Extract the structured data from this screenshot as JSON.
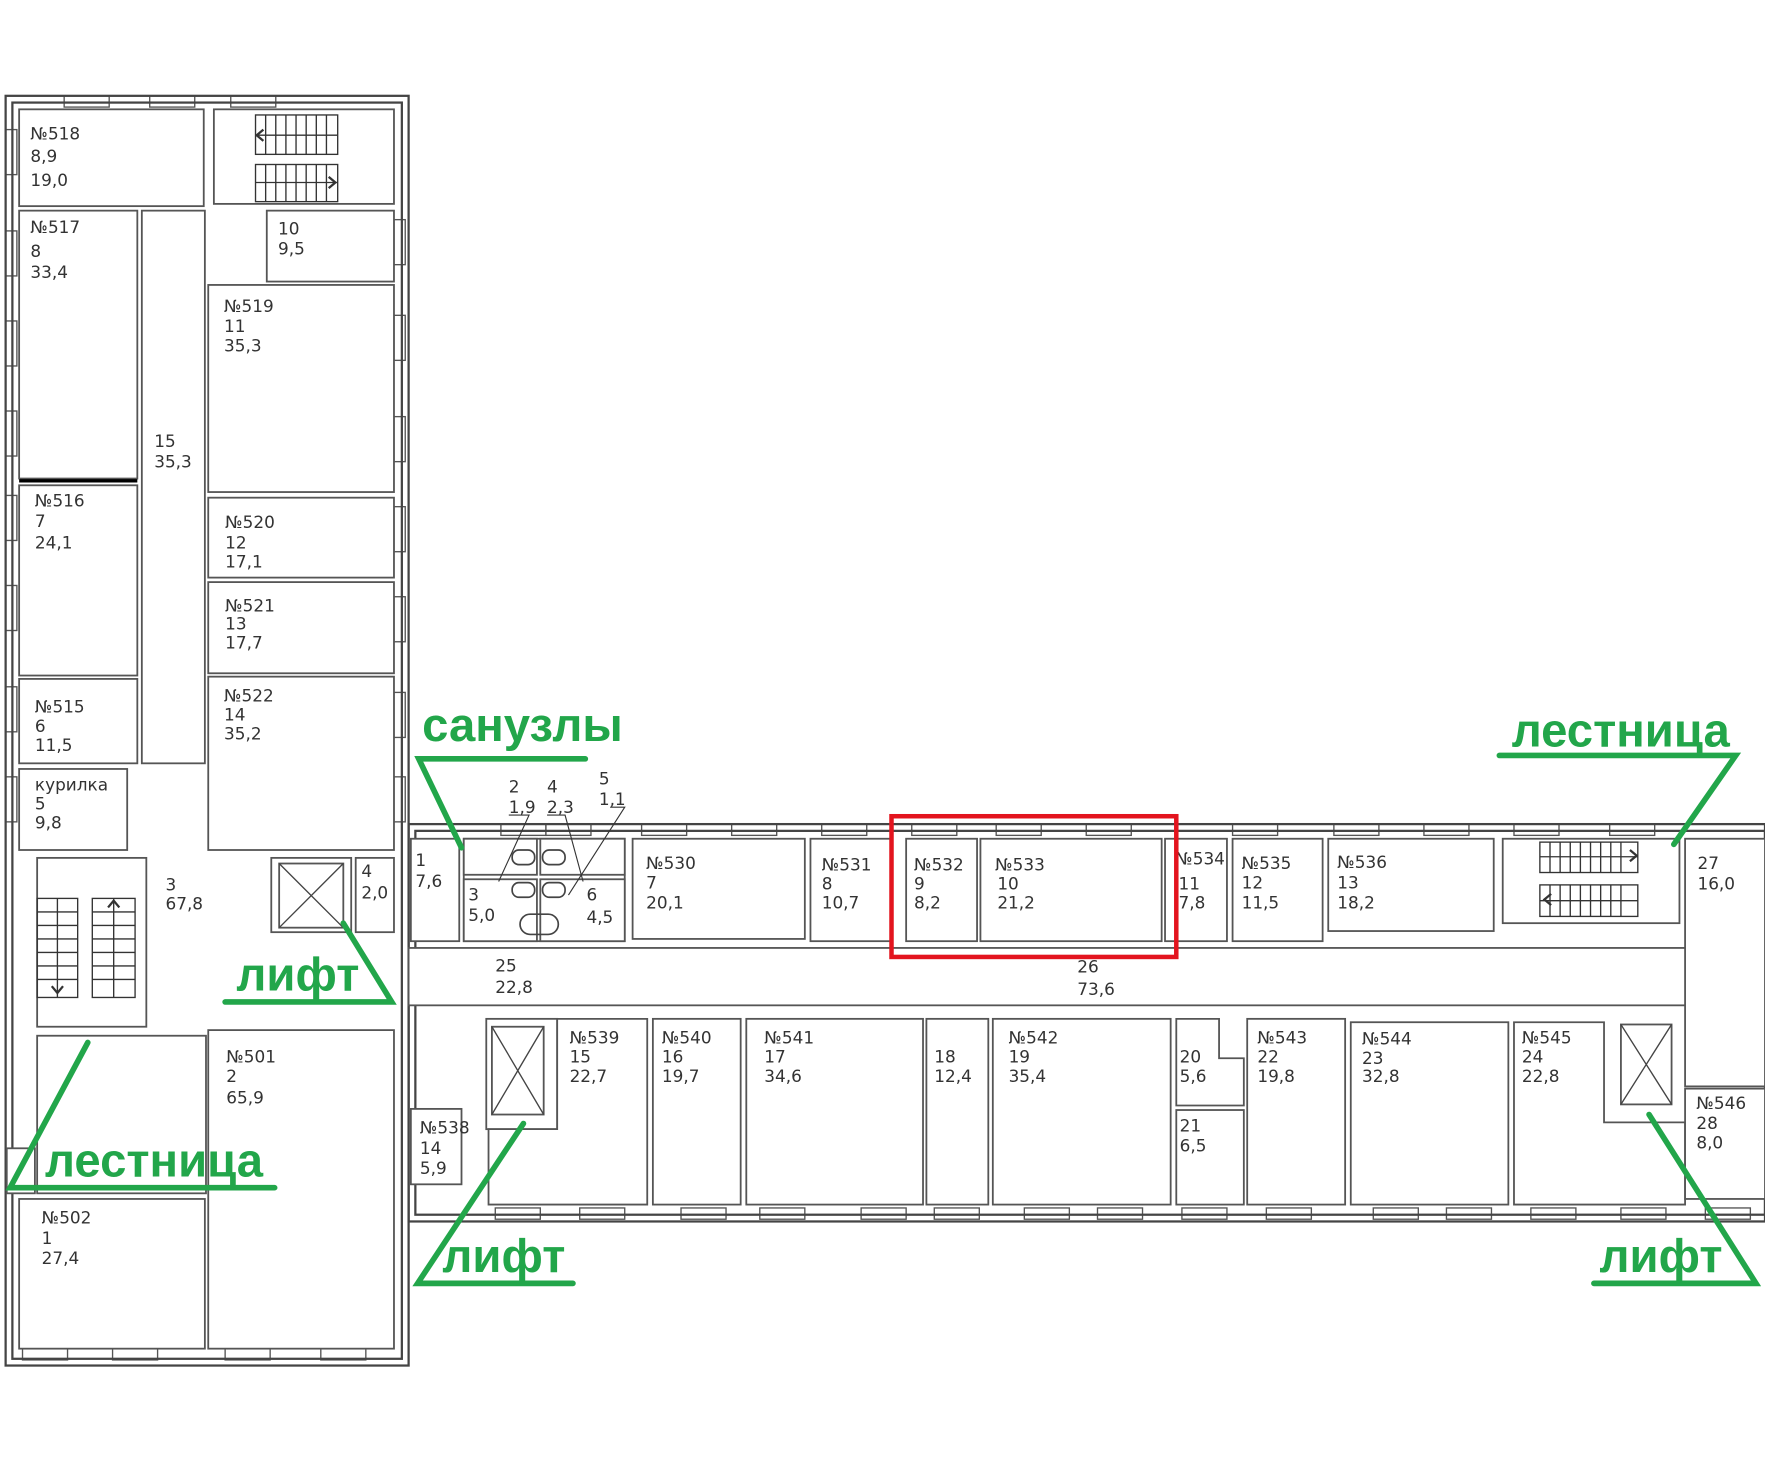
{
  "colors": {
    "annotation": "#22a64a",
    "highlight": "#e3141e",
    "line": "#444444"
  },
  "rooms": {
    "r518": {
      "name": "№518",
      "index": "8,9",
      "area": "19,0"
    },
    "r517": {
      "name": "№517",
      "index": "8",
      "area": "33,4"
    },
    "c15": {
      "index": "15",
      "area": "35,3"
    },
    "r10": {
      "index": "10",
      "area": "9,5"
    },
    "r519": {
      "name": "№519",
      "index": "11",
      "area": "35,3"
    },
    "r516": {
      "name": "№516",
      "index": "7",
      "area": "24,1"
    },
    "r520": {
      "name": "№520",
      "index": "12",
      "area": "17,1"
    },
    "r521": {
      "name": "№521",
      "index": "13",
      "area": "17,7"
    },
    "r522": {
      "name": "№522",
      "index": "14",
      "area": "35,2"
    },
    "r515": {
      "name": "№515",
      "index": "6",
      "area": "11,5"
    },
    "smoking": {
      "name": "курилка",
      "index": "5",
      "area": "9,8"
    },
    "hall3": {
      "index": "3",
      "area": "67,8"
    },
    "r4": {
      "index": "4",
      "area": "2,0"
    },
    "r501": {
      "name": "№501",
      "index": "2",
      "area": "65,9"
    },
    "r502": {
      "name": "№502",
      "index": "1",
      "area": "27,4"
    },
    "r1": {
      "index": "1",
      "area": "7,6"
    },
    "wc2": {
      "index": "2",
      "area": "1,9"
    },
    "wc4": {
      "index": "4",
      "area": "2,3"
    },
    "wc5": {
      "index": "5",
      "area": "1,1"
    },
    "wc3": {
      "index": "3",
      "area": "5,0"
    },
    "wc6": {
      "index": "6",
      "area": "4,5"
    },
    "r530": {
      "name": "№530",
      "index": "7",
      "area": "20,1"
    },
    "r531": {
      "name": "№531",
      "index": "8",
      "area": "10,7"
    },
    "r532": {
      "name": "№532",
      "index": "9",
      "area": "8,2"
    },
    "r533": {
      "name": "№533",
      "index": "10",
      "area": "21,2"
    },
    "r534": {
      "name": "№534",
      "index": "11",
      "area": "7,8"
    },
    "r535": {
      "name": "№535",
      "index": "12",
      "area": "11,5"
    },
    "r536": {
      "name": "№536",
      "index": "13",
      "area": "18,2"
    },
    "r27": {
      "index": "27",
      "area": "16,0"
    },
    "c25": {
      "index": "25",
      "area": "22,8"
    },
    "c26": {
      "index": "26",
      "area": "73,6"
    },
    "r538": {
      "name": "№538",
      "index": "14",
      "area": "5,9"
    },
    "r539": {
      "name": "№539",
      "index": "15",
      "area": "22,7"
    },
    "r540": {
      "name": "№540",
      "index": "16",
      "area": "19,7"
    },
    "r541": {
      "name": "№541",
      "index": "17",
      "area": "34,6"
    },
    "r18": {
      "index": "18",
      "area": "12,4"
    },
    "r542": {
      "name": "№542",
      "index": "19",
      "area": "35,4"
    },
    "r20": {
      "index": "20",
      "area": "5,6"
    },
    "r21": {
      "index": "21",
      "area": "6,5"
    },
    "r543": {
      "name": "№543",
      "index": "22",
      "area": "19,8"
    },
    "r544": {
      "name": "№544",
      "index": "23",
      "area": "32,8"
    },
    "r545": {
      "name": "№545",
      "index": "24",
      "area": "22,8"
    },
    "r546": {
      "name": "№546",
      "index": "28",
      "area": "8,0"
    }
  },
  "annotations": {
    "toilets": "санузлы",
    "stairs_right": "лестница",
    "stairs_left": "лестница",
    "elevator_left": "лифт",
    "elevator_middle": "лифт",
    "elevator_right": "лифт"
  }
}
